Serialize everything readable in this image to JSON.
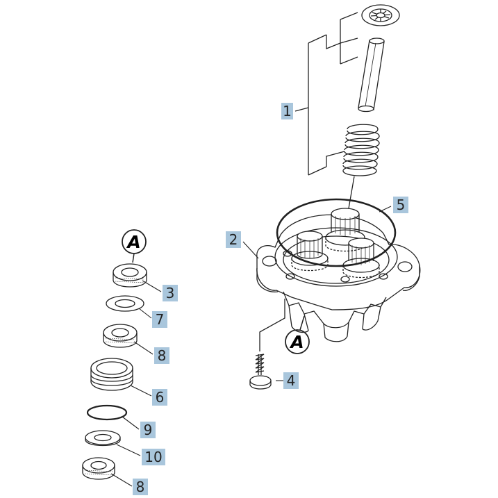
{
  "callouts": {
    "c1": "1",
    "c2": "2",
    "c3": "3",
    "c4": "4",
    "c5": "5",
    "c6": "6",
    "c7": "7",
    "c8a": "8",
    "c8b": "8",
    "c9": "9",
    "c10": "10"
  },
  "refs": {
    "a_top": "A",
    "a_bottom": "A"
  },
  "colors": {
    "callout_bg": "#a9c6dc",
    "line": "#222222"
  }
}
